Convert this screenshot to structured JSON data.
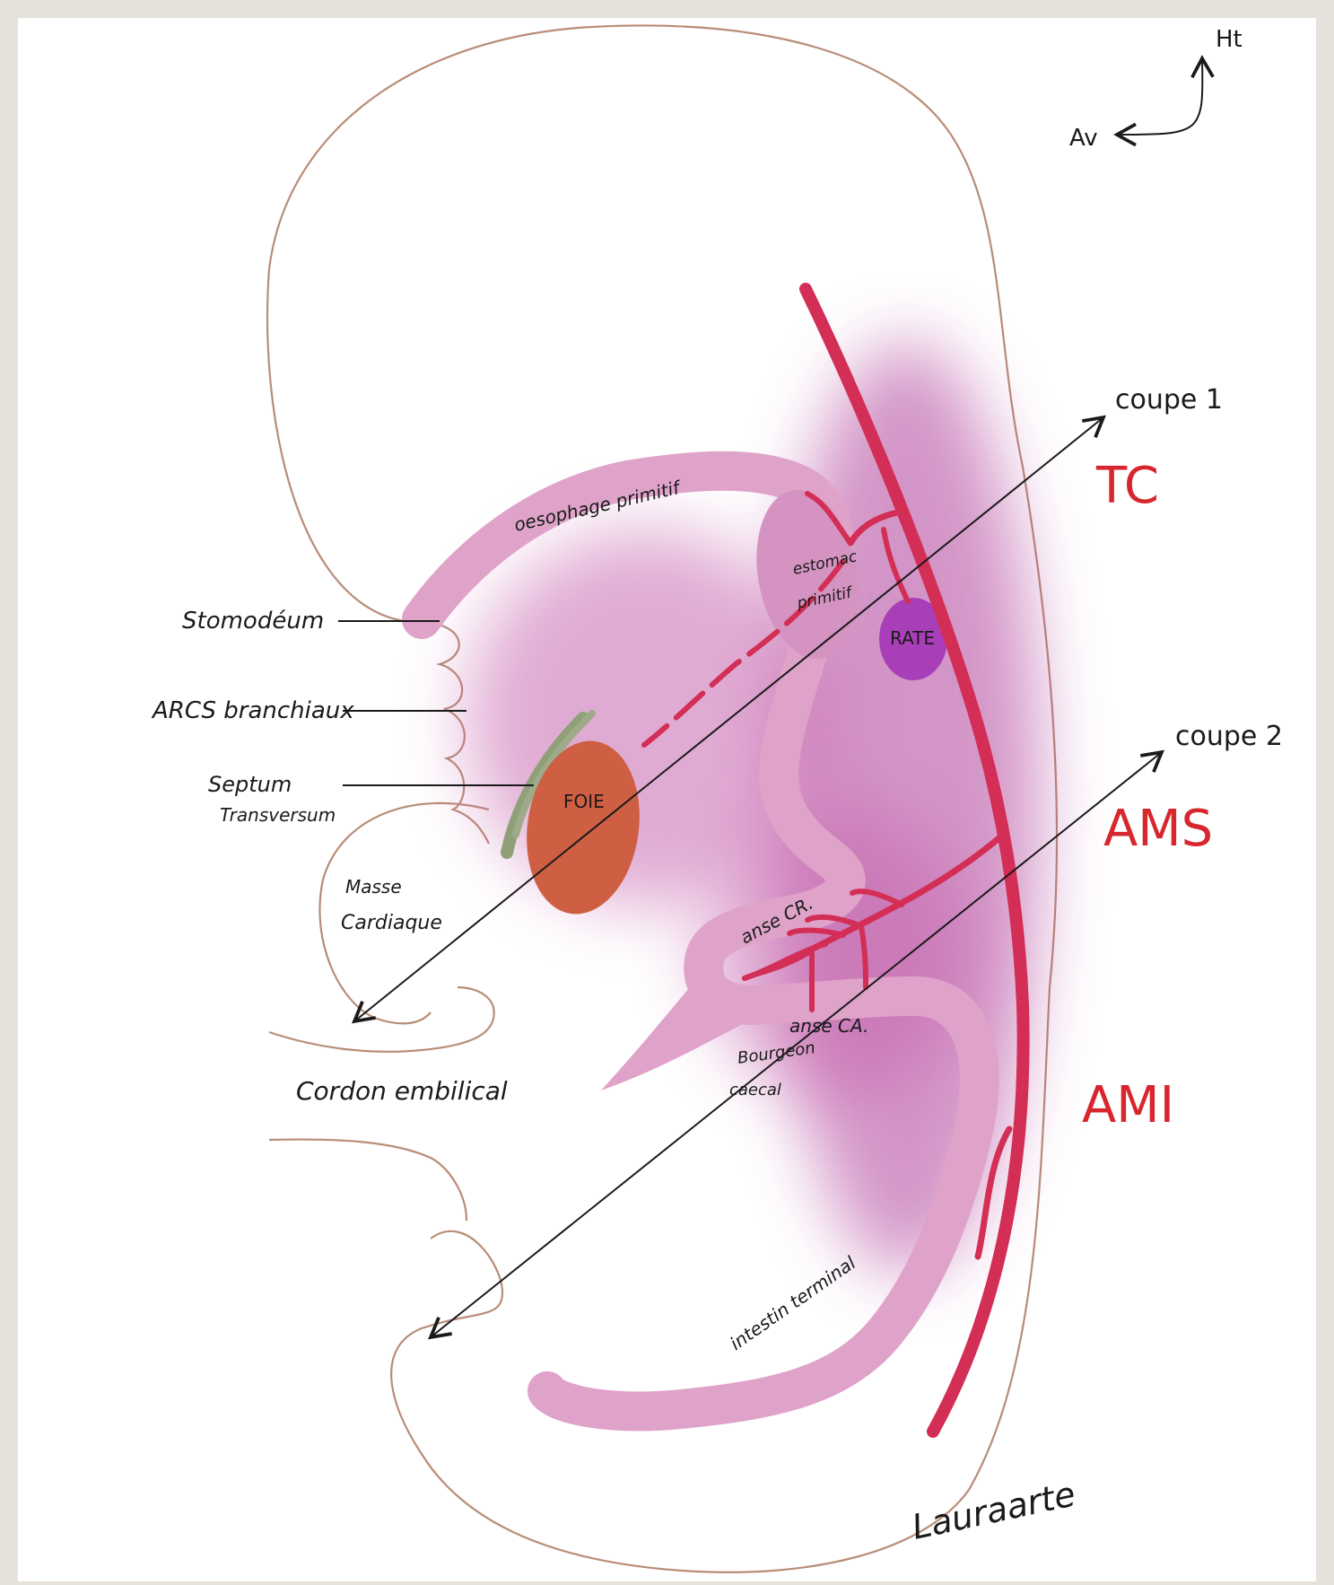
{
  "orientation": {
    "up": "Ht",
    "front": "Av"
  },
  "cuts": {
    "cut1": "coupe 1",
    "cut2": "coupe 2"
  },
  "arteries": {
    "tc": "TC",
    "ams": "AMS",
    "ami": "AMI"
  },
  "labels": {
    "oesophagus": "oesophage primitif",
    "stomach_line1": "estomac",
    "stomach_line2": "primitif",
    "spleen": "RATE",
    "liver": "FOIE",
    "stomodeum": "Stomodéum",
    "arches": "ARCS branchiaux",
    "septum_line1": "Septum",
    "septum_line2": "Transversum",
    "heart_line1": "Masse",
    "heart_line2": "Cardiaque",
    "cord": "Cordon embilical",
    "cranial_loop": "anse CR.",
    "caudal_loop": "anse CA.",
    "cecal_line1": "Bourgeon",
    "cecal_line2": "caecal",
    "hindgut": "intestin terminal"
  },
  "signature": "Lauraarte",
  "colors": {
    "background": "#e7e1dc",
    "paper": "#ffffff",
    "outline": "#b88d77",
    "gut": "#dfa3c9",
    "mesentery_glow": "#b0409a",
    "artery": "#d32e55",
    "spleen": "#a93fb8",
    "liver": "#cf5f43",
    "septum": "#8fa078",
    "abbr_text": "#d8262e"
  }
}
